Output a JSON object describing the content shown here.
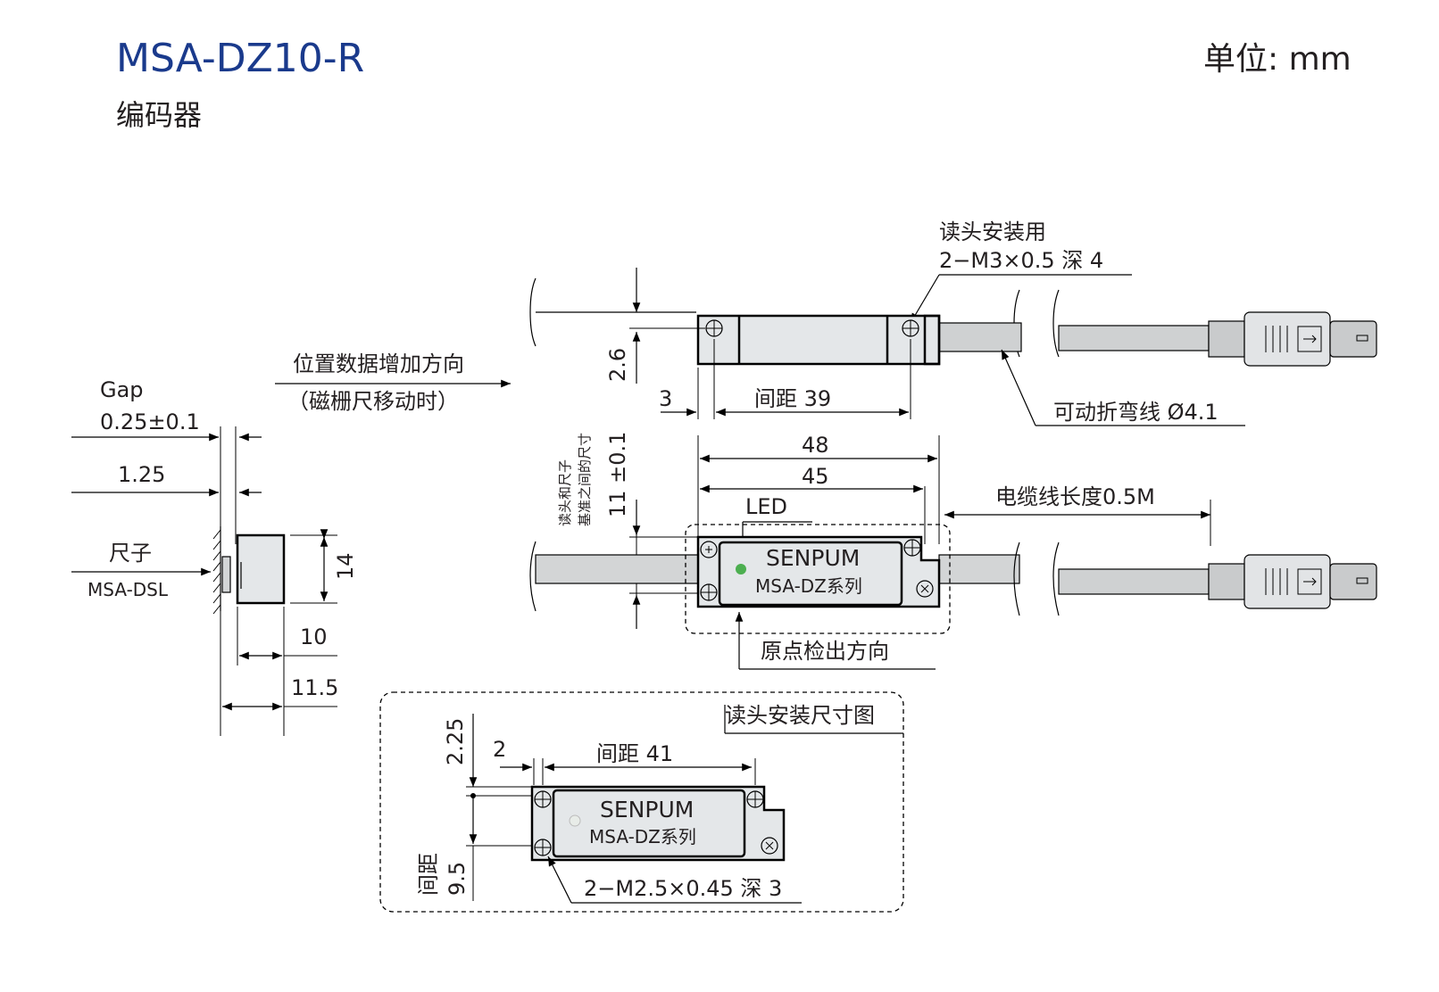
{
  "header": {
    "title": "MSA-DZ10-R",
    "subtitle": "编码器",
    "unit": "单位: mm"
  },
  "side_view": {
    "gap_label": "Gap",
    "gap_value": "0.25±0.1",
    "dim_1_25": "1.25",
    "scale_label": "尺子",
    "scale_model": "MSA-DSL",
    "dim_14": "14",
    "dim_10": "10",
    "dim_11_5": "11.5"
  },
  "direction": {
    "line1": "位置数据增加方向",
    "line2": "（磁栅尺移动时）"
  },
  "top_view": {
    "mount_label": "读头安装用",
    "mount_spec": "2−M3×0.5 深 4",
    "dim_2_6": "2.6",
    "dim_3": "3",
    "pitch": "间距 39",
    "cable_label": "可动折弯线 Ø4.1"
  },
  "front_view": {
    "dim_48": "48",
    "dim_45": "45",
    "led_label": "LED",
    "cable_length": "电缆线长度0.5M",
    "height_note_1": "读头和尺子",
    "height_note_2": "基准之间的尺寸",
    "height_dim": "11 ±0.1",
    "brand": "SENPUM",
    "model": "MSA-DZ系列",
    "origin_label": "原点检出方向"
  },
  "mount_view": {
    "title": "读头安装尺寸图",
    "dim_2_25": "2.25",
    "dim_2": "2",
    "pitch": "间距 41",
    "brand": "SENPUM",
    "model": "MSA-DZ系列",
    "vertical_pitch_label": "间距",
    "vertical_pitch_value": "9.5",
    "screw_spec": "2−M2.5×0.45 深 3"
  },
  "colors": {
    "title": "#1a3a8c",
    "led": "#4caf50",
    "body": "#e4e7e9",
    "scale": "#d3d5d6"
  }
}
